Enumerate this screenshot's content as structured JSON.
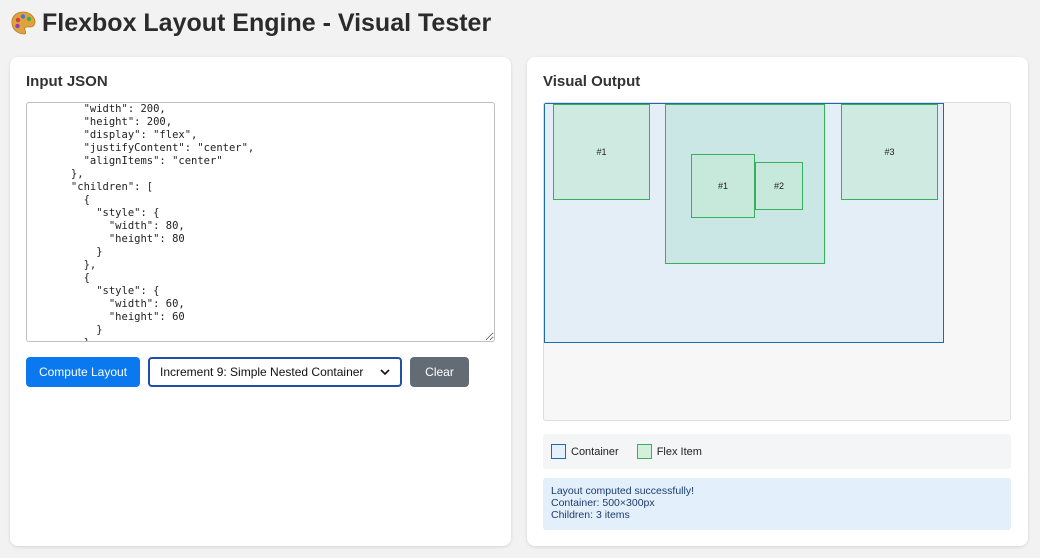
{
  "page": {
    "title": "Flexbox Layout Engine - Visual Tester",
    "title_icon": "palette-icon"
  },
  "input_panel": {
    "heading": "Input JSON",
    "json_text": "        \"width\": 200,\n        \"height\": 200,\n        \"display\": \"flex\",\n        \"justifyContent\": \"center\",\n        \"alignItems\": \"center\"\n      },\n      \"children\": [\n        {\n          \"style\": {\n            \"width\": 80,\n            \"height\": 80\n          }\n        },\n        {\n          \"style\": {\n            \"width\": 60,\n            \"height\": 60\n          }\n        }",
    "compute_label": "Compute Layout",
    "preset_selected": "Increment 9: Simple Nested Container",
    "clear_label": "Clear"
  },
  "output_panel": {
    "heading": "Visual Output",
    "boxes": {
      "item1": "#1",
      "nested_child1": "#1",
      "nested_child2": "#2",
      "item3": "#3"
    },
    "legend": {
      "container_label": "Container",
      "item_label": "Flex Item"
    },
    "status": {
      "line1": "Layout computed successfully!",
      "line2": "Container: 500×300px",
      "line3": "Children: 3 items"
    }
  },
  "colors": {
    "primary_button": "#0a78ee",
    "secondary_button": "#636c75",
    "container_border": "#1b6bb0",
    "item_border": "#37b05b"
  }
}
